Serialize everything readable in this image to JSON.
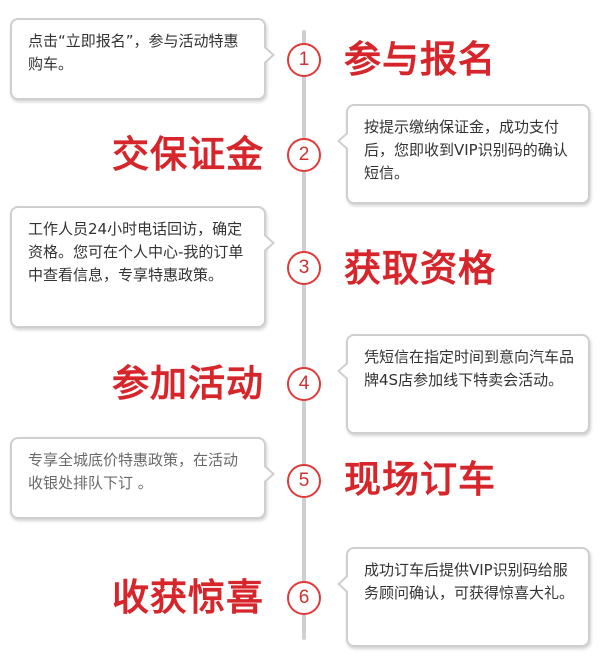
{
  "steps": [
    {
      "number": "1",
      "title": "参与报名",
      "description": "点击“立即报名”，参与活动特惠购车。"
    },
    {
      "number": "2",
      "title": "交保证金",
      "description": "按提示缴纳保证金，成功支付后，您即收到VIP识别码的确认短信。"
    },
    {
      "number": "3",
      "title": "获取资格",
      "description": "工作人员24小时电话回访，确定资格。您可在个人中心-我的订单中查看信息，专享特惠政策。"
    },
    {
      "number": "4",
      "title": "参加活动",
      "description": "凭短信在指定时间到意向汽车品牌4S店参加线下特卖会活动。"
    },
    {
      "number": "5",
      "title": "现场订车",
      "description": "专享全城底价特惠政策，在活动收银处排队下订 。"
    },
    {
      "number": "6",
      "title": "收获惊喜",
      "description": "成功订车后提供VIP识别码给服务顾问确认，可获得惊喜大礼。"
    }
  ],
  "colors": {
    "accent": "#d7262b",
    "line": "#cfcfcf"
  }
}
